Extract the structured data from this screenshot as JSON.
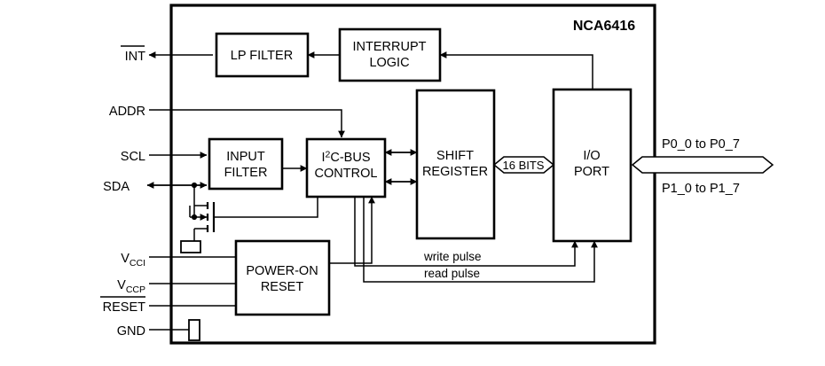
{
  "diagram": {
    "title": "NCA6416",
    "blocks": [
      {
        "id": "lp_filter",
        "lines": [
          "LP FILTER"
        ]
      },
      {
        "id": "interrupt",
        "lines": [
          "INTERRUPT",
          "LOGIC"
        ]
      },
      {
        "id": "input_filter",
        "lines": [
          "INPUT",
          "FILTER"
        ]
      },
      {
        "id": "i2c_control",
        "lines": [
          "I2C-BUS",
          "CONTROL"
        ],
        "line1_pre": "I",
        "line1_sup": "2",
        "line1_post": "C-BUS"
      },
      {
        "id": "shift_reg",
        "lines": [
          "SHIFT",
          "REGISTER"
        ]
      },
      {
        "id": "io_port",
        "lines": [
          "I/O",
          "PORT"
        ]
      },
      {
        "id": "por",
        "lines": [
          "POWER-ON",
          "RESET"
        ]
      }
    ],
    "pins": [
      {
        "id": "int",
        "label": "INT",
        "overbar": true,
        "sub": ""
      },
      {
        "id": "addr",
        "label": "ADDR",
        "overbar": false,
        "sub": ""
      },
      {
        "id": "scl",
        "label": "SCL",
        "overbar": false,
        "sub": ""
      },
      {
        "id": "sda",
        "label": "SDA",
        "overbar": false,
        "sub": ""
      },
      {
        "id": "vcci",
        "label": "V",
        "overbar": false,
        "sub": "CCI"
      },
      {
        "id": "vccp",
        "label": "V",
        "overbar": false,
        "sub": "CCP"
      },
      {
        "id": "reset",
        "label": "RESET",
        "overbar": true,
        "sub": ""
      },
      {
        "id": "gnd",
        "label": "GND",
        "overbar": false,
        "sub": ""
      }
    ],
    "bus_labels": [
      {
        "id": "bits16",
        "text": "16 BITS"
      },
      {
        "id": "port0",
        "text": "P0_0 to P0_7"
      },
      {
        "id": "port1",
        "text": "P1_0 to P1_7"
      }
    ],
    "signal_labels": [
      {
        "id": "write_pulse",
        "text": "write pulse"
      },
      {
        "id": "read_pulse",
        "text": "read pulse"
      }
    ],
    "colors": {
      "line": "#000000",
      "background": "#ffffff",
      "text": "#000000"
    }
  }
}
